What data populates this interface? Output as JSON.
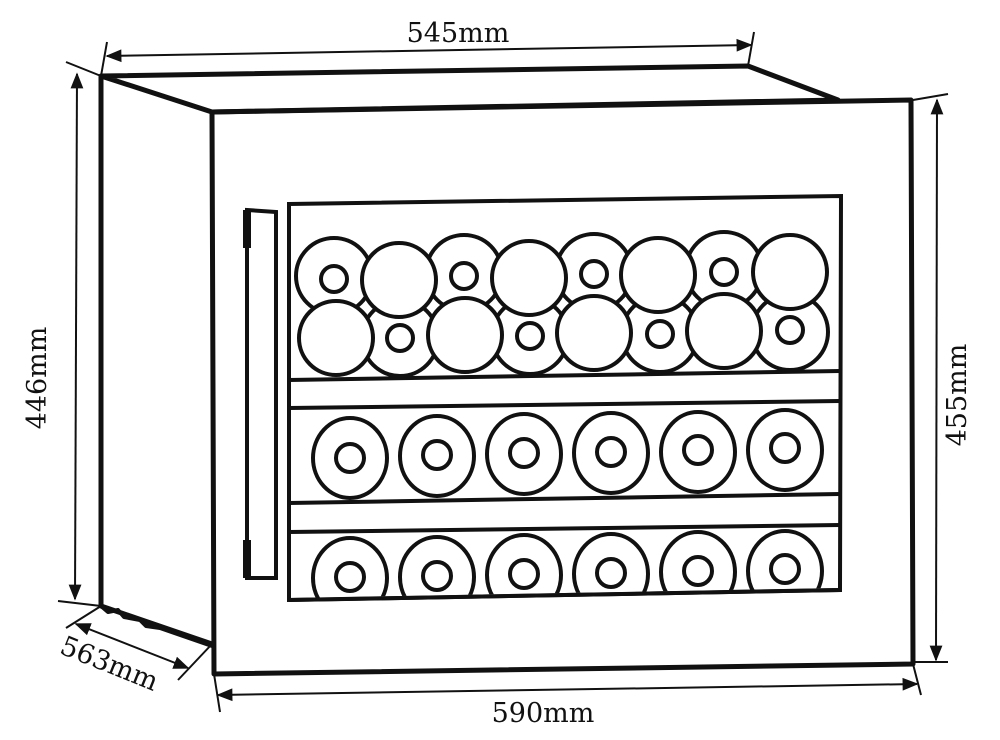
{
  "diagram": {
    "subject": "Wine cooler dimension drawing",
    "colors": {
      "line": "#111111",
      "background": "#ffffff"
    },
    "dimensions": {
      "top_depth_width": "545mm",
      "left_height": "446mm",
      "right_height": "455mm",
      "bottom_depth": "563mm",
      "front_width": "590mm"
    },
    "shelves": [
      {
        "name": "top-rack",
        "style": "stacked bottles",
        "upper_row_large": 4,
        "upper_row_small": 4,
        "lower_row_large": 4,
        "lower_row_small": 4
      },
      {
        "name": "middle-rack",
        "style": "bottle ends",
        "count": 6
      },
      {
        "name": "bottom-rack",
        "style": "bottle ends",
        "count": 6
      }
    ]
  }
}
